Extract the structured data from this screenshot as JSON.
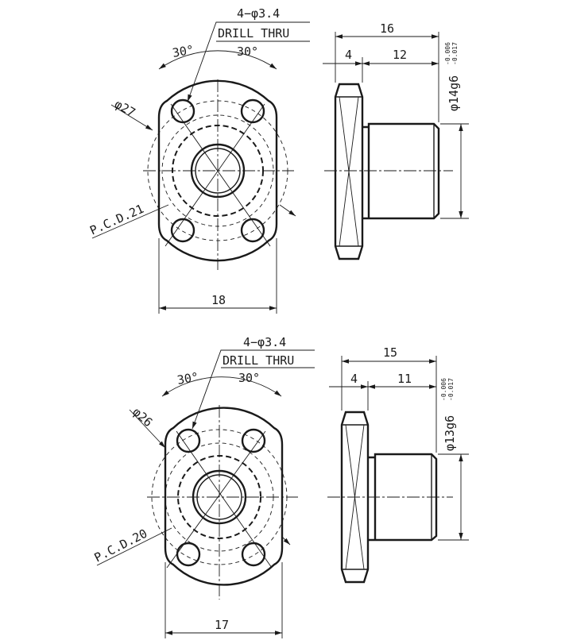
{
  "views": [
    {
      "id": "top",
      "hole_note": "4−φ3.4",
      "drill_note": "DRILL THRU",
      "angle_left": "30°",
      "angle_right": "30°",
      "flange_dia": "φ27",
      "pcd": "P.C.D.21",
      "width_dim": "18",
      "total_length": "16",
      "flange_thk": "4",
      "spigot_len": "12",
      "spigot_dia": "φ14g6",
      "tol_upper": "-0.006",
      "tol_lower": "-0.017"
    },
    {
      "id": "bottom",
      "hole_note": "4−φ3.4",
      "drill_note": "DRILL THRU",
      "angle_left": "30°",
      "angle_right": "30°",
      "flange_dia": "φ26",
      "pcd": "P.C.D.20",
      "width_dim": "17",
      "total_length": "15",
      "flange_thk": "4",
      "spigot_len": "11",
      "spigot_dia": "φ13g6",
      "tol_upper": "-0.006",
      "tol_lower": "-0.017"
    }
  ]
}
